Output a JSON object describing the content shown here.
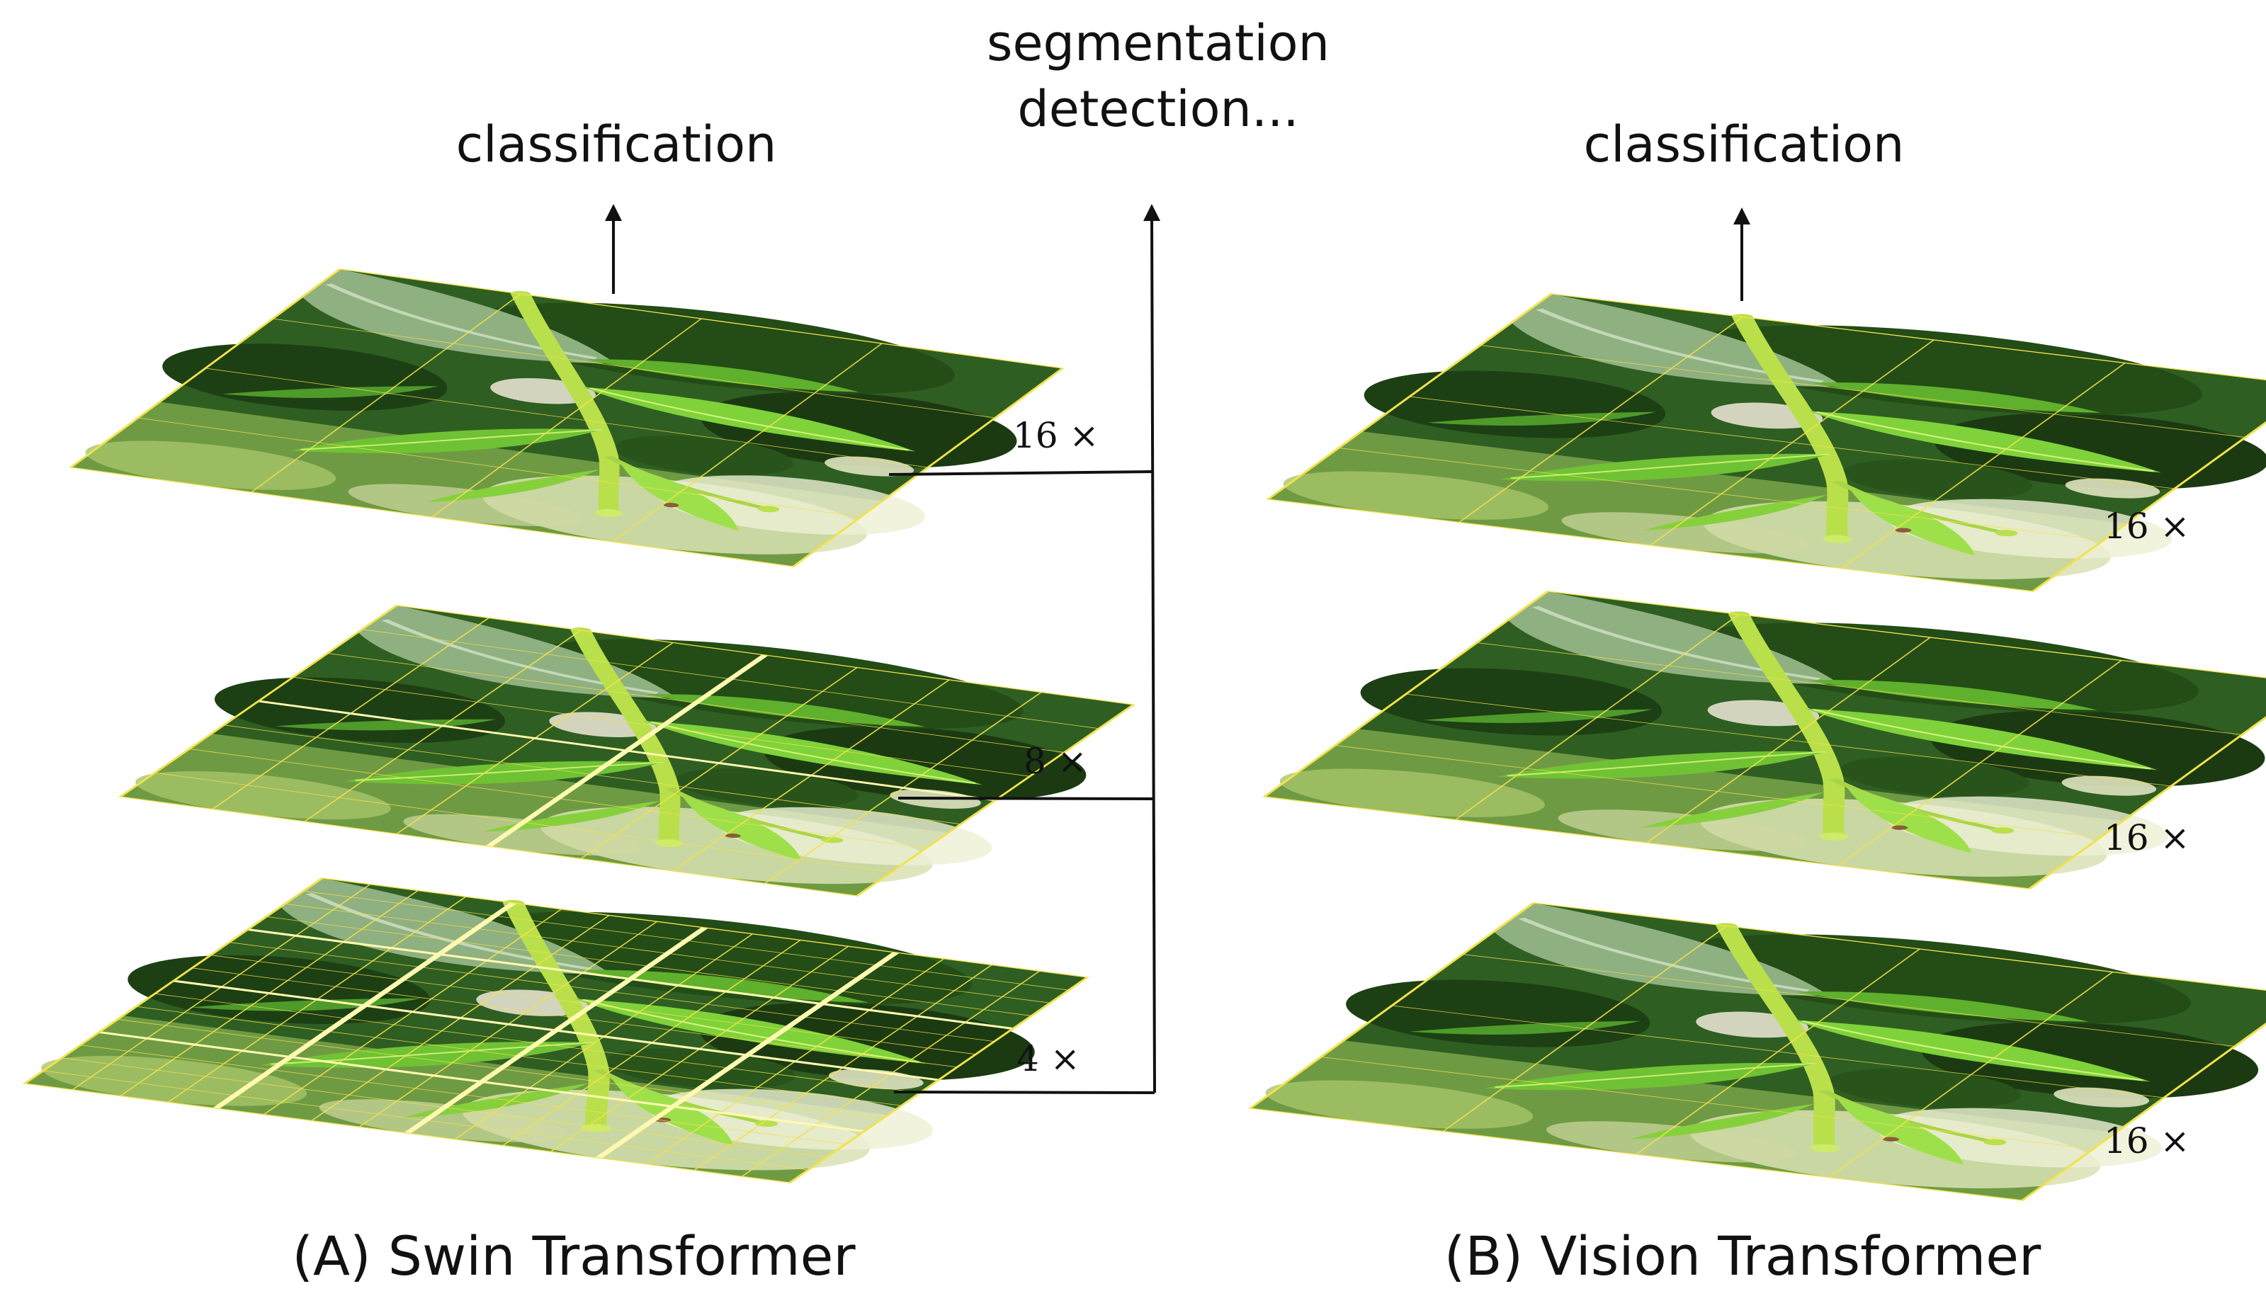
{
  "swin": {
    "top_output": "classification",
    "center_output_line1": "segmentation",
    "center_output_line2": "detection...",
    "scales": [
      "16 ×",
      "8 ×",
      "4 ×"
    ],
    "caption": "(A) Swin Transformer"
  },
  "vit": {
    "top_output": "classification",
    "scales": [
      "16 ×",
      "16 ×",
      "16 ×"
    ],
    "caption": "(B) Vision Transformer"
  },
  "colors": {
    "grid_line": "#f2e24a",
    "window_line": "#fff9b0",
    "leaf_dark": "#1f4a17",
    "leaf_mid": "#3f8a26",
    "leaf_light": "#8fd33a",
    "sky_light": "#e7eacb"
  },
  "icons": [
    "up-arrow-icon",
    "tea-plant-image"
  ]
}
